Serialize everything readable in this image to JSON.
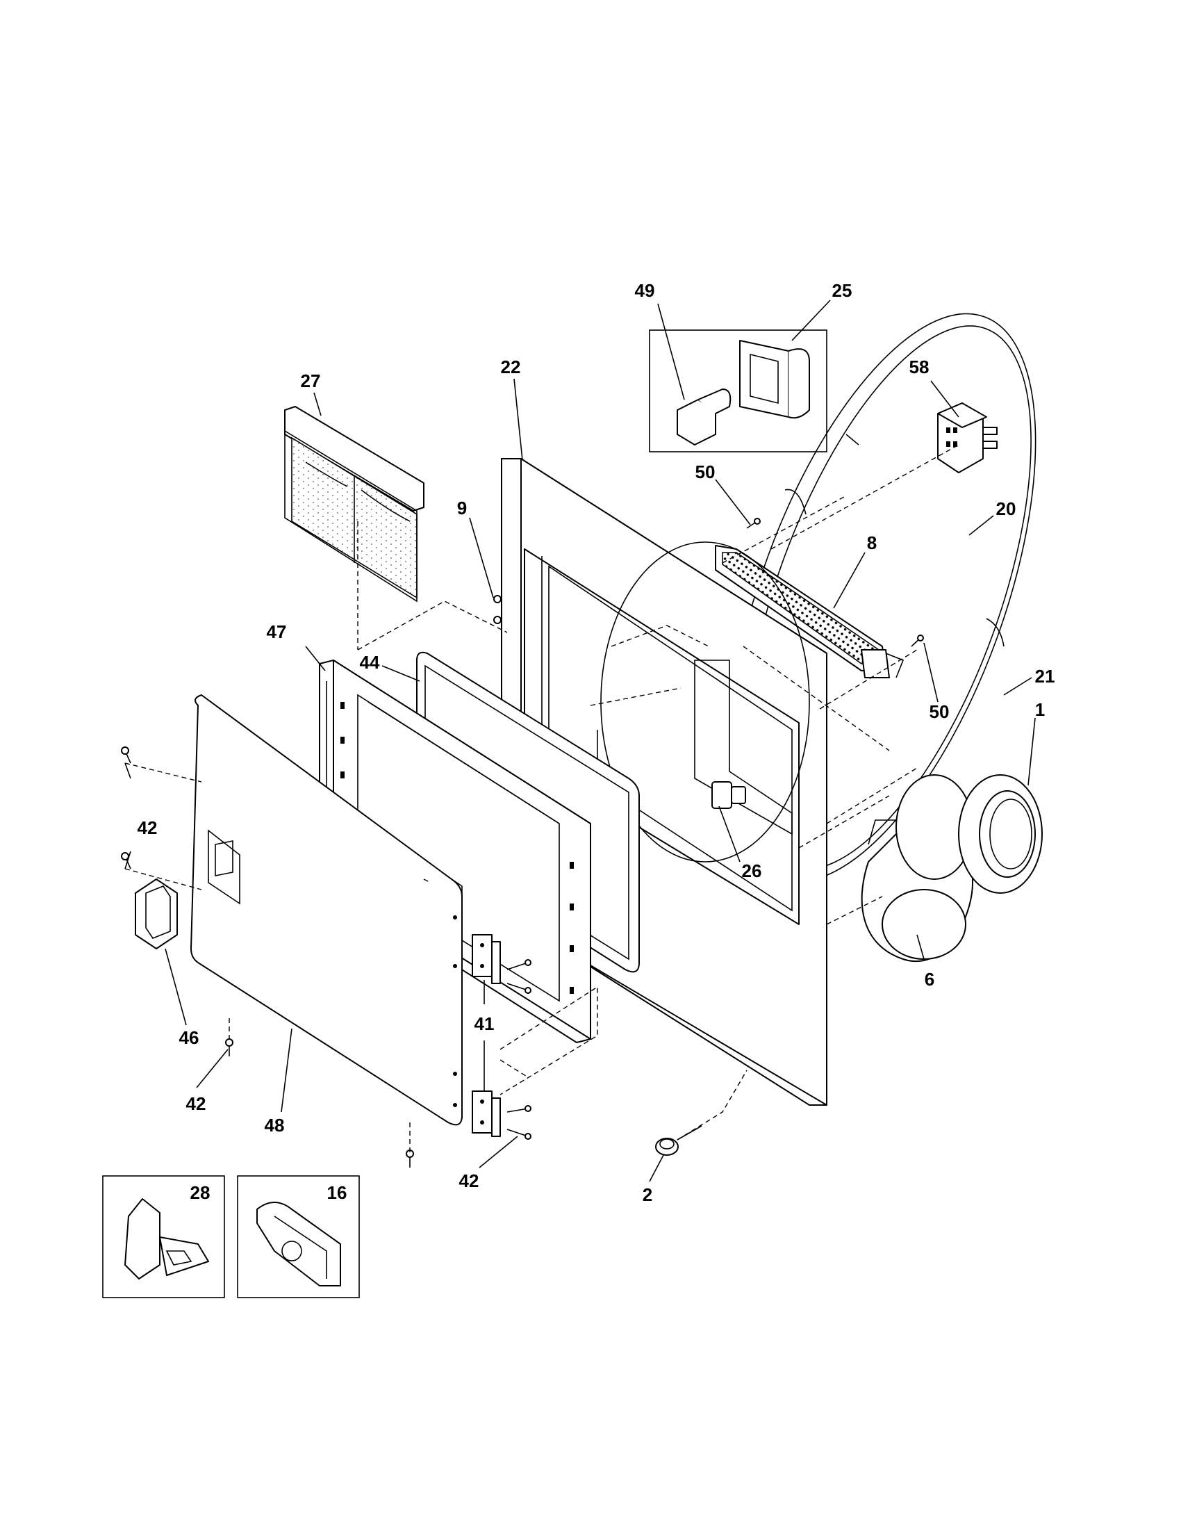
{
  "diagram": {
    "callouts": [
      {
        "id": "c49",
        "text": "49"
      },
      {
        "id": "c25",
        "text": "25"
      },
      {
        "id": "c58",
        "text": "58"
      },
      {
        "id": "c27",
        "text": "27"
      },
      {
        "id": "c22",
        "text": "22"
      },
      {
        "id": "c50a",
        "text": "50"
      },
      {
        "id": "c20",
        "text": "20"
      },
      {
        "id": "c9",
        "text": "9"
      },
      {
        "id": "c8",
        "text": "8"
      },
      {
        "id": "c47",
        "text": "47"
      },
      {
        "id": "c44",
        "text": "44"
      },
      {
        "id": "c21",
        "text": "21"
      },
      {
        "id": "c50b",
        "text": "50"
      },
      {
        "id": "c1",
        "text": "1"
      },
      {
        "id": "c42a",
        "text": "42"
      },
      {
        "id": "c26",
        "text": "26"
      },
      {
        "id": "c6",
        "text": "6"
      },
      {
        "id": "c41",
        "text": "41"
      },
      {
        "id": "c46",
        "text": "46"
      },
      {
        "id": "c42b",
        "text": "42"
      },
      {
        "id": "c48",
        "text": "48"
      },
      {
        "id": "c42c",
        "text": "42"
      },
      {
        "id": "c2",
        "text": "2"
      },
      {
        "id": "c28",
        "text": "28"
      },
      {
        "id": "c16",
        "text": "16"
      }
    ]
  }
}
